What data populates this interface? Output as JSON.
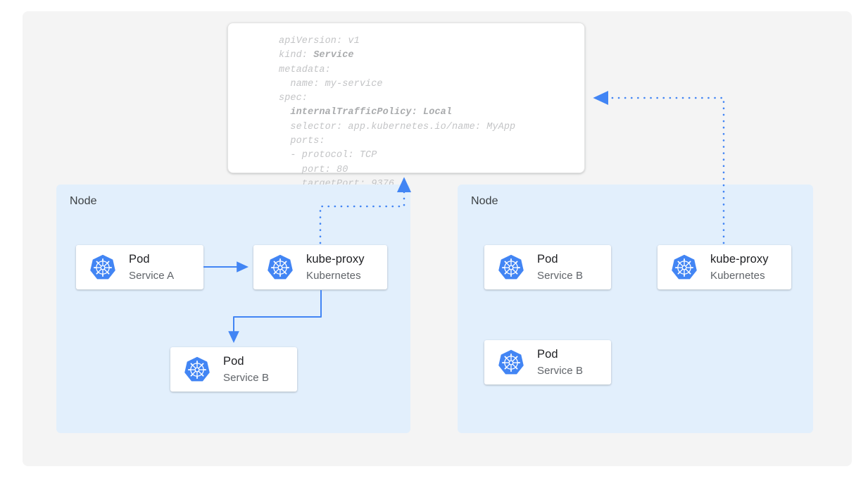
{
  "canvas": {
    "background_color": "#f4f4f4",
    "page_background_color": "#ffffff"
  },
  "colors": {
    "accent_blue": "#4285f4",
    "node_panel_blue": "#e2effc",
    "card_white": "#ffffff",
    "title_text": "#202124",
    "subtitle_text": "#5f6368",
    "code_text": "#c3c4c6",
    "code_text_bold": "#a9abad"
  },
  "yaml_card": {
    "name": "service-manifest",
    "lines": [
      {
        "text": "apiVersion: v1",
        "bold_part": ""
      },
      {
        "text": "kind: ",
        "bold_part": "Service"
      },
      {
        "text": "metadata:",
        "bold_part": ""
      },
      {
        "text": "  name: my-service",
        "bold_part": ""
      },
      {
        "text": "spec:",
        "bold_part": ""
      },
      {
        "text": "  ",
        "bold_part": "internalTrafficPolicy: Local"
      },
      {
        "text": "  selector: app.kubernetes.io/name: MyApp",
        "bold_part": ""
      },
      {
        "text": "  ports:",
        "bold_part": ""
      },
      {
        "text": "  - protocol: TCP",
        "bold_part": ""
      },
      {
        "text": "    port: 80",
        "bold_part": ""
      },
      {
        "text": "    targetPort: 9376",
        "bold_part": ""
      }
    ],
    "full_text": "apiVersion: v1\nkind: Service\nmetadata:\n  name: my-service\nspec:\n  internalTrafficPolicy: Local\n  selector: app.kubernetes.io/name: MyApp\n  ports:\n  - protocol: TCP\n    port: 80\n    targetPort: 9376"
  },
  "nodes": [
    {
      "id": "node-left",
      "label": "Node",
      "cards": [
        {
          "id": "card-pod-a",
          "title": "Pod",
          "subtitle": "Service A",
          "icon": "kubernetes-logo-icon"
        },
        {
          "id": "card-kubeproxy-a",
          "title": "kube-proxy",
          "subtitle": "Kubernetes",
          "icon": "kubernetes-logo-icon"
        },
        {
          "id": "card-pod-b-left",
          "title": "Pod",
          "subtitle": "Service B",
          "icon": "kubernetes-logo-icon"
        }
      ]
    },
    {
      "id": "node-right",
      "label": "Node",
      "cards": [
        {
          "id": "card-pod-b1",
          "title": "Pod",
          "subtitle": "Service B",
          "icon": "kubernetes-logo-icon"
        },
        {
          "id": "card-kubeproxy-b",
          "title": "kube-proxy",
          "subtitle": "Kubernetes",
          "icon": "kubernetes-logo-icon"
        },
        {
          "id": "card-pod-b2",
          "title": "Pod",
          "subtitle": "Service B",
          "icon": "kubernetes-logo-icon"
        }
      ]
    }
  ],
  "connectors": [
    {
      "id": "pod-a-to-kubeproxy-a",
      "style": "solid",
      "from": "card-pod-a",
      "to": "card-kubeproxy-a",
      "arrow": "right"
    },
    {
      "id": "kubeproxy-a-to-pod-b-left",
      "style": "solid",
      "from": "card-kubeproxy-a",
      "to": "card-pod-b-left",
      "arrow": "down"
    },
    {
      "id": "kubeproxy-a-to-manifest",
      "style": "dotted",
      "from": "card-kubeproxy-a",
      "to": "yaml-card",
      "arrow": "up"
    },
    {
      "id": "kubeproxy-b-to-manifest",
      "style": "dotted",
      "from": "card-kubeproxy-b",
      "to": "yaml-card",
      "arrow": "left"
    }
  ]
}
